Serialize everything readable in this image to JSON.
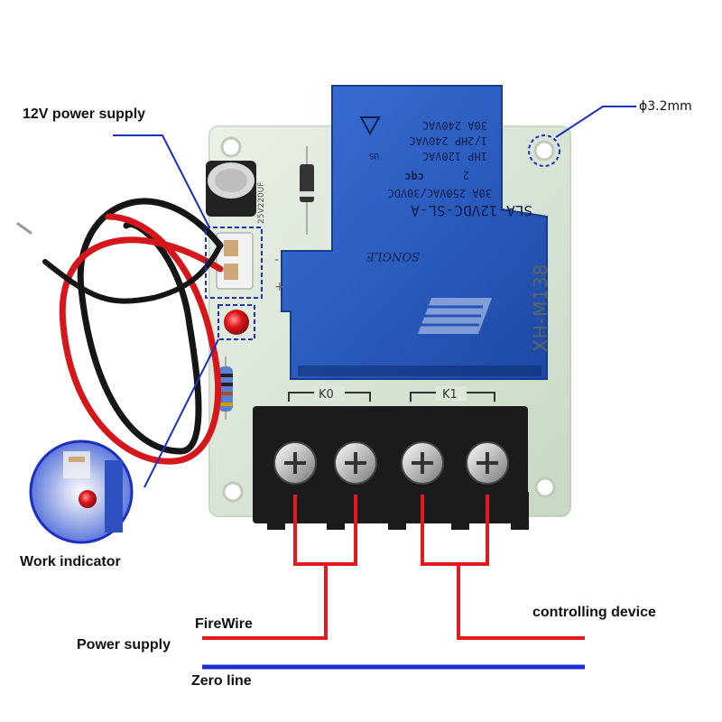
{
  "labels": {
    "power_12v": "12V power supply",
    "hole_dia": "ϕ3.2mm",
    "work_indicator": "Work indicator",
    "firewire": "FireWire",
    "power_supply": "Power supply",
    "controlling_device": "controlling device",
    "zero_line": "Zero line"
  },
  "relay": {
    "brand": "SONGLE",
    "model": "SLA-12VDC-SL-A",
    "rating_1": "30A 250VAC/30VDC",
    "rating_2": "1HP 120VAC",
    "rating_3": "1/2HP 240VAC",
    "rating_4": "30A 240VAC",
    "cert_mark": "cqc",
    "cert_num": "2",
    "ul_mark": "US"
  },
  "board": {
    "model": "XH-M138",
    "k0": "K0",
    "k1": "K1",
    "capacitor": "25V220UF",
    "plus": "+",
    "minus": "-"
  },
  "colors": {
    "relay_blue": "#2456b8",
    "pcb_green": "#dfe9db",
    "terminal_black": "#1b1b1b",
    "wire_red": "#e4191c",
    "wire_blue": "#1c2fd6",
    "callout_blue": "#1b2fc0"
  }
}
